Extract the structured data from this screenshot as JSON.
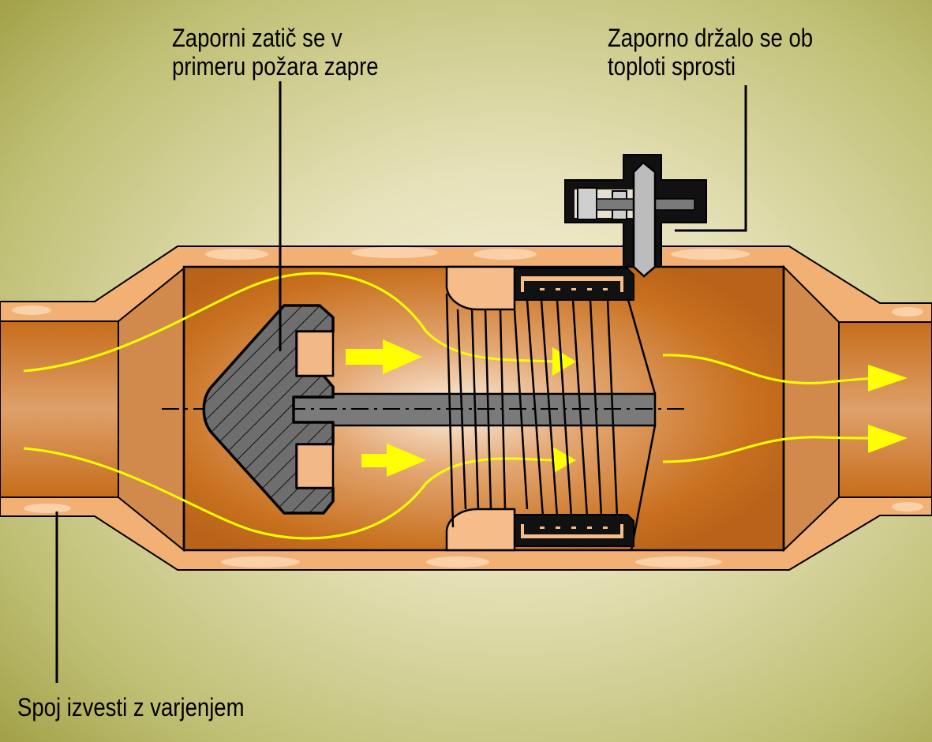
{
  "labels": {
    "pin_line1": "Zaporni zatič se v",
    "pin_line2": "primeru požara zapre",
    "holder_line1": "Zaporno držalo se ob",
    "holder_line2": "toploti sprosti",
    "weld": "Spoj izvesti z varjenjem"
  },
  "colors": {
    "background_center": "#f5f0dc",
    "background_edge": "#9fa040",
    "pipe_copper": "#c56d1c",
    "pipe_wall_light": "#f6b47a",
    "valve_gray": "#7a7a7a",
    "flow_arrow": "#ffff00",
    "outline": "#000000"
  }
}
